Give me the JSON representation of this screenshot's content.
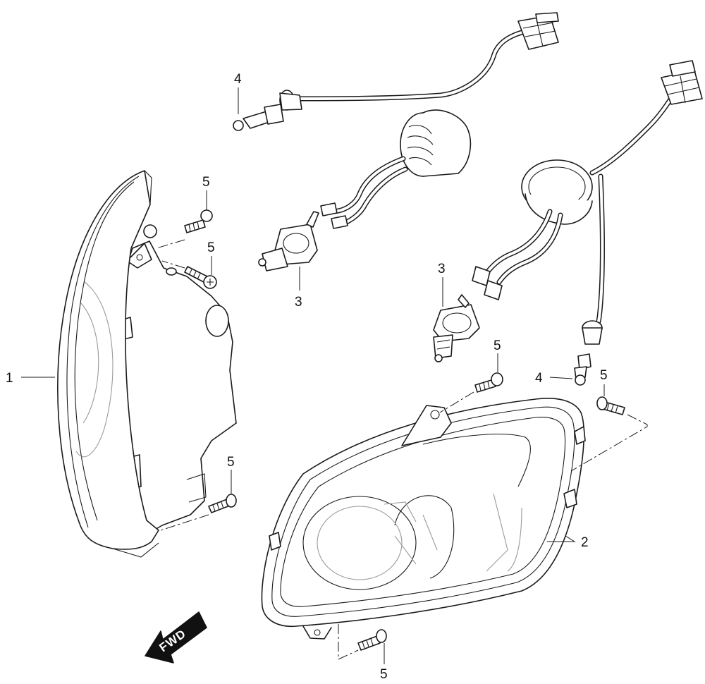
{
  "callouts": {
    "c1": "1",
    "c2": "2",
    "c3_left": "3",
    "c3_right": "3",
    "c4_left": "4",
    "c4_right": "4",
    "c5_a": "5",
    "c5_b": "5",
    "c5_c": "5",
    "c5_d": "5",
    "c5_e": "5",
    "c5_f": "5"
  },
  "fwd_label": "FWD",
  "colors": {
    "line": "#1a1a1a",
    "background": "#ffffff",
    "arrow_fill": "#111111"
  }
}
